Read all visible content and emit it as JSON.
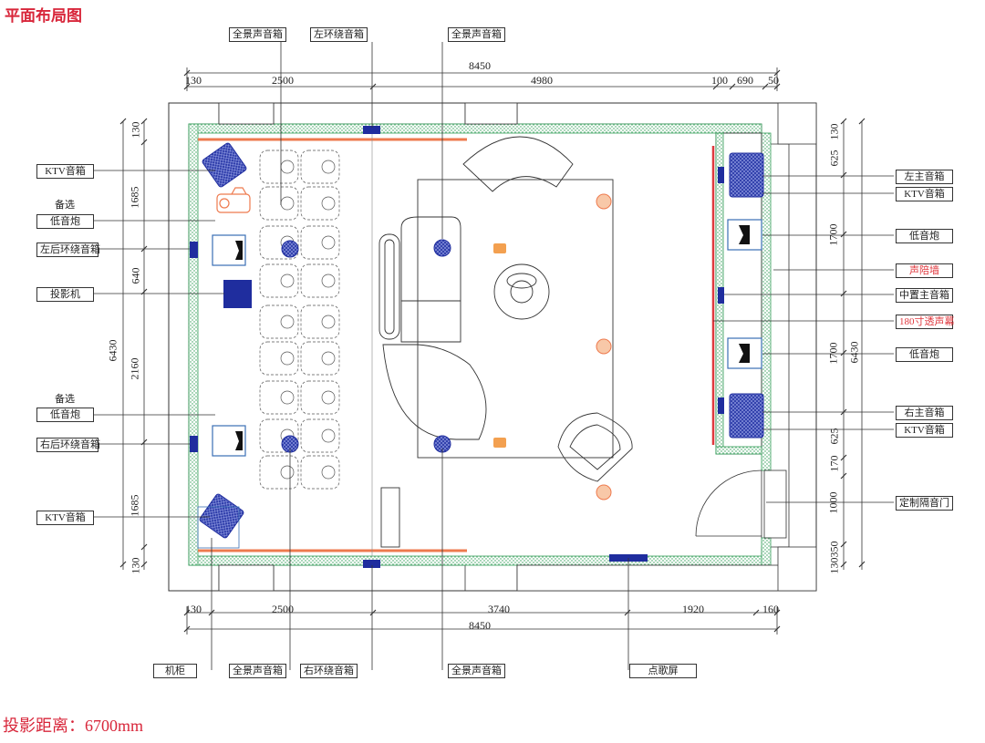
{
  "title": "平面布局图",
  "projection": "投影距离：6700mm",
  "labels": {
    "top_fullrange_left": "全景声音箱",
    "top_left_surround": "左环绕音箱",
    "top_fullrange_right": "全景声音箱",
    "left_ktv_top": "KTV音箱",
    "left_optional_top": "备选",
    "left_sub_top": "低音炮",
    "left_rear_surround": "左后环绕音箱",
    "left_projector": "投影机",
    "left_optional_bottom": "备选",
    "left_sub_bottom": "低音炮",
    "right_rear_surround": "右后环绕音箱",
    "left_ktv_bottom": "KTV音箱",
    "right_left_main": "左主音箱",
    "right_ktv_top": "KTV音箱",
    "right_sub_top": "低音炮",
    "right_sound_wall": "声陪墙",
    "right_center_main": "中置主音箱",
    "right_screen": "180寸透声幕",
    "right_sub_bottom": "低音炮",
    "right_right_main": "右主音箱",
    "right_ktv_bottom": "KTV音箱",
    "right_door": "定制隔音门",
    "bottom_cabinet": "机柜",
    "bottom_fullrange_left": "全景声音箱",
    "bottom_right_surround": "右环绕音箱",
    "bottom_fullrange_right": "全景声音箱",
    "bottom_ktv_screen": "点歌屏"
  },
  "dims": {
    "top_total": "8450",
    "top_segments": [
      "130",
      "2500",
      "4980",
      "100",
      "690",
      "50"
    ],
    "bottom_segments": [
      "130",
      "2500",
      "3740",
      "1920",
      "160"
    ],
    "bottom_total": "8450",
    "left_total": "6430",
    "left_segments": [
      "130",
      "1685",
      "640",
      "2160",
      "1685",
      "130"
    ],
    "right_total": "6430",
    "right_segments": [
      "130",
      "625",
      "1700",
      "1700",
      "625",
      "170",
      "1000",
      "350",
      "130"
    ]
  },
  "colors": {
    "red": "#d8263a",
    "wall_green": "#2f9c55",
    "speaker_blue": "#1f2d9e",
    "sub_frame_blue": "#3a6fb5",
    "screen_orange": "#ee7a4e",
    "light_orange": "#f0a070"
  }
}
